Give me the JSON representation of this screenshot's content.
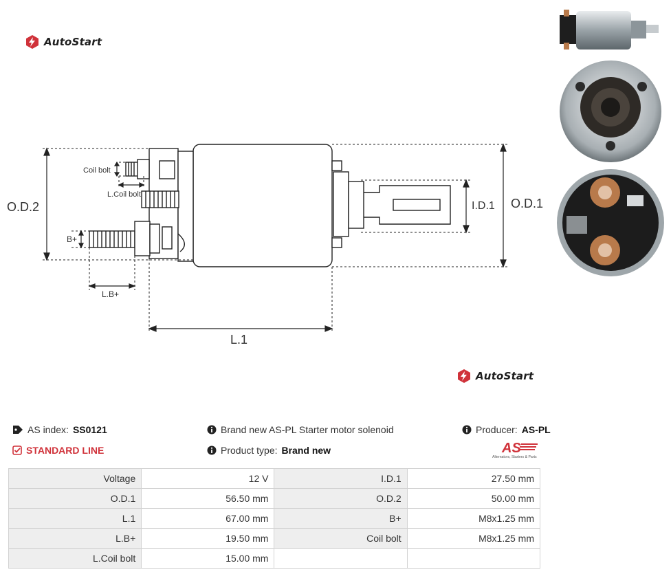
{
  "brand": {
    "name": "AutoStart"
  },
  "diagram": {
    "labels": {
      "od2": "O.D.2",
      "od1": "O.D.1",
      "id1": "I.D.1",
      "l1": "L.1",
      "lb": "L.B+",
      "coil_bolt": "Coil bolt",
      "l_coil_bolt": "L.Coil bolt",
      "b_plus": "B+"
    }
  },
  "product": {
    "as_index_label": "AS index:",
    "as_index": "SS0121",
    "line": "STANDARD LINE",
    "description": "Brand new AS-PL Starter motor solenoid",
    "type_label": "Product type:",
    "type": "Brand new",
    "producer_label": "Producer:",
    "producer": "AS-PL",
    "producer_logo_text": "AS",
    "producer_tagline": "Alternators, Starters & Parts"
  },
  "specs": [
    [
      "Voltage",
      "12 V",
      "I.D.1",
      "27.50 mm"
    ],
    [
      "O.D.1",
      "56.50 mm",
      "O.D.2",
      "50.00 mm"
    ],
    [
      "L.1",
      "67.00 mm",
      "B+",
      "M8x1.25 mm"
    ],
    [
      "L.B+",
      "19.50 mm",
      "Coil bolt",
      "M8x1.25 mm"
    ],
    [
      "L.Coil bolt",
      "15.00 mm",
      "",
      ""
    ]
  ],
  "colors": {
    "accent_red": "#d0323a",
    "table_key_bg": "#eeeeee",
    "table_border": "#d2d2d2"
  }
}
